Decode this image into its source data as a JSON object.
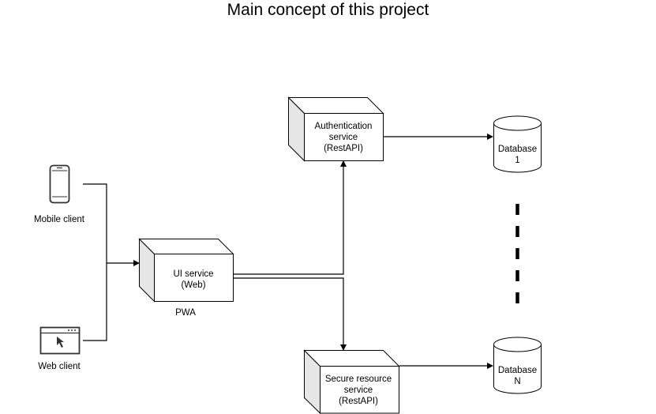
{
  "title": "Main concept of this project",
  "nodes": {
    "mobile_client": {
      "label": "Mobile client",
      "icon": "smartphone-icon"
    },
    "web_client": {
      "label": "Web client",
      "icon": "browser-window-icon"
    },
    "ui_service": {
      "lines": [
        "UI service",
        "(Web)"
      ],
      "caption": "PWA"
    },
    "auth_service": {
      "lines": [
        "Authentication",
        "service",
        "(RestAPI)"
      ]
    },
    "secure_service": {
      "lines": [
        "Secure resource",
        "service",
        "(RestAPI)"
      ]
    },
    "database_1": {
      "lines": [
        "Database",
        "1"
      ]
    },
    "database_n": {
      "lines": [
        "Database",
        "N"
      ]
    }
  },
  "colors": {
    "stroke": "#000000",
    "fill": "#ffffff",
    "box_side": "#e6e6e6",
    "icon": "#333333"
  }
}
